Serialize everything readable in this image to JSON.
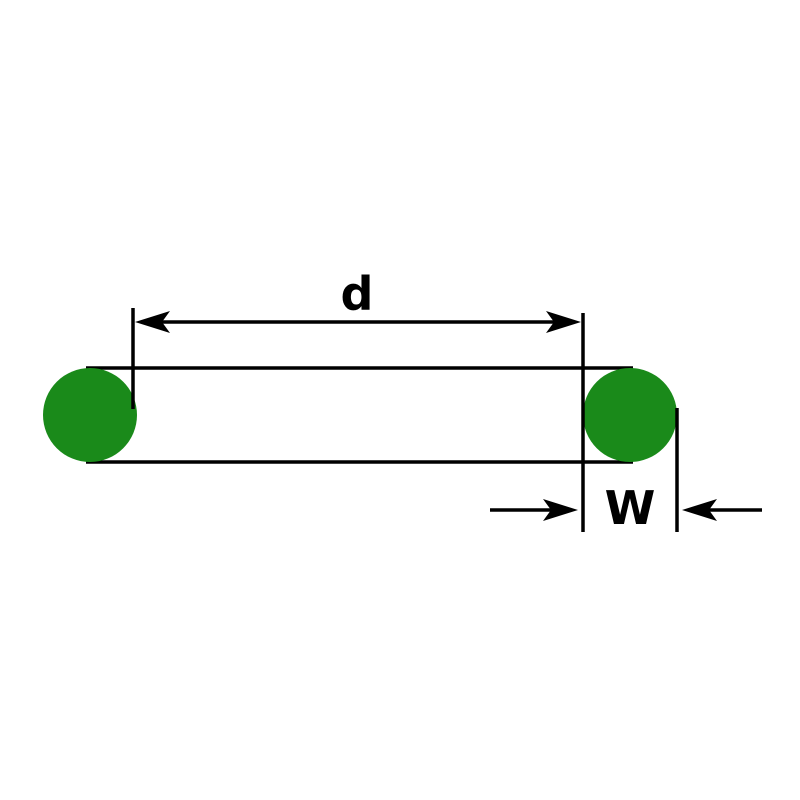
{
  "diagram": {
    "type": "technical-dimension-drawing",
    "subject": "O-ring side cross-section with inner diameter and cross-section width callouts",
    "labels": {
      "inner_diameter": "d",
      "cross_section_width": "W"
    },
    "colors": {
      "ring": "#1a8a1a",
      "line": "#000000",
      "background": "#ffffff"
    }
  }
}
